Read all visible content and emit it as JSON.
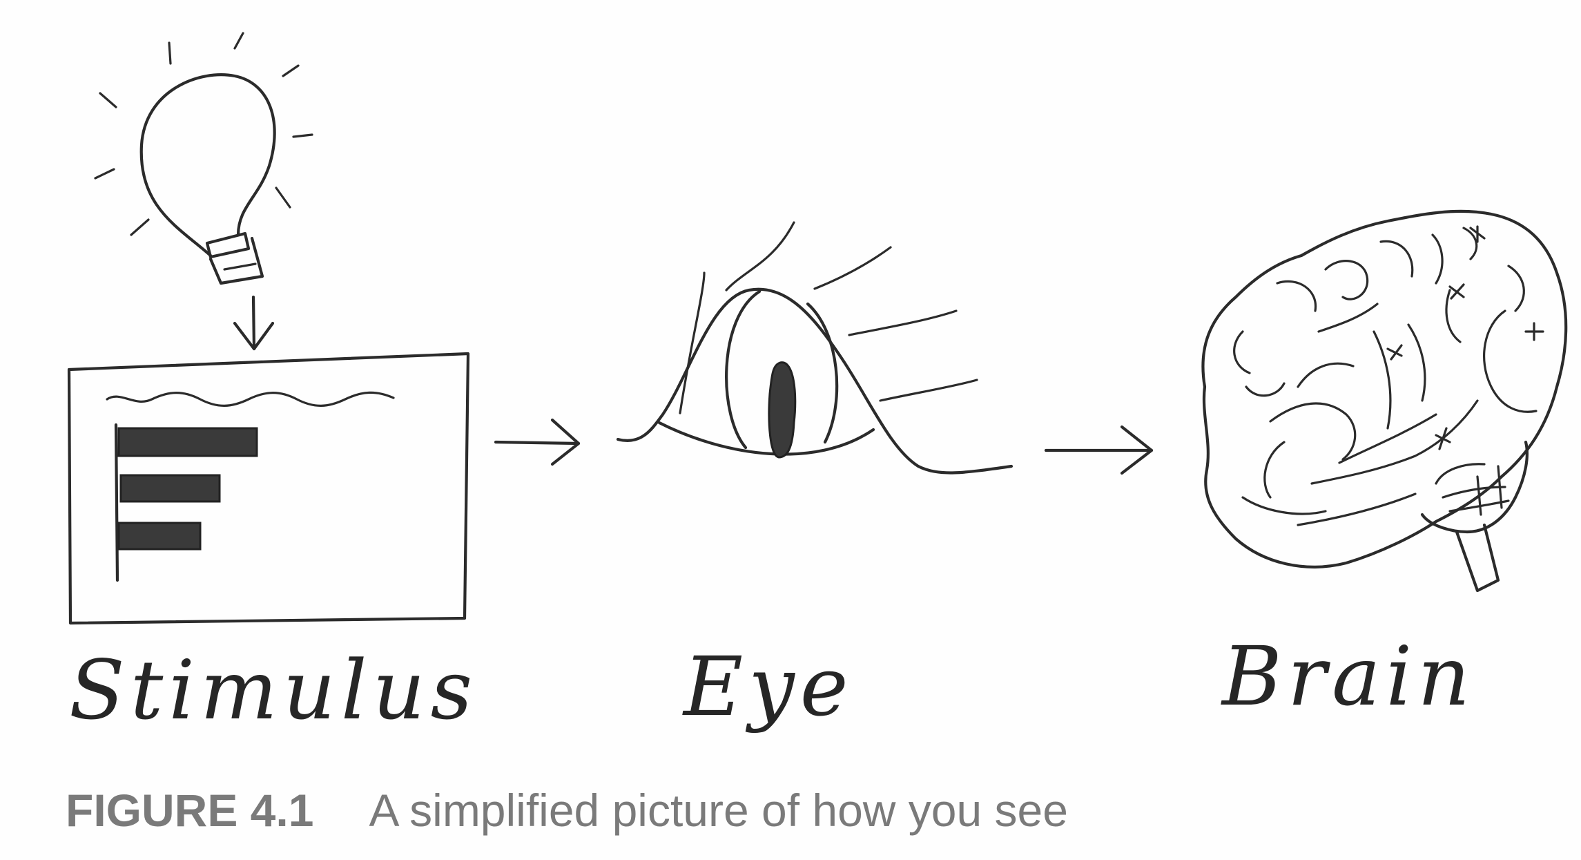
{
  "labels": {
    "stimulus": "Stimulus",
    "eye": "Eye",
    "brain": "Brain"
  },
  "caption": {
    "number": "FIGURE 4.1",
    "text": "A simplified picture of how you see"
  },
  "colors": {
    "ink": "#2b2b2b",
    "caption": "#7a7a7a",
    "background": "#fefefe"
  }
}
